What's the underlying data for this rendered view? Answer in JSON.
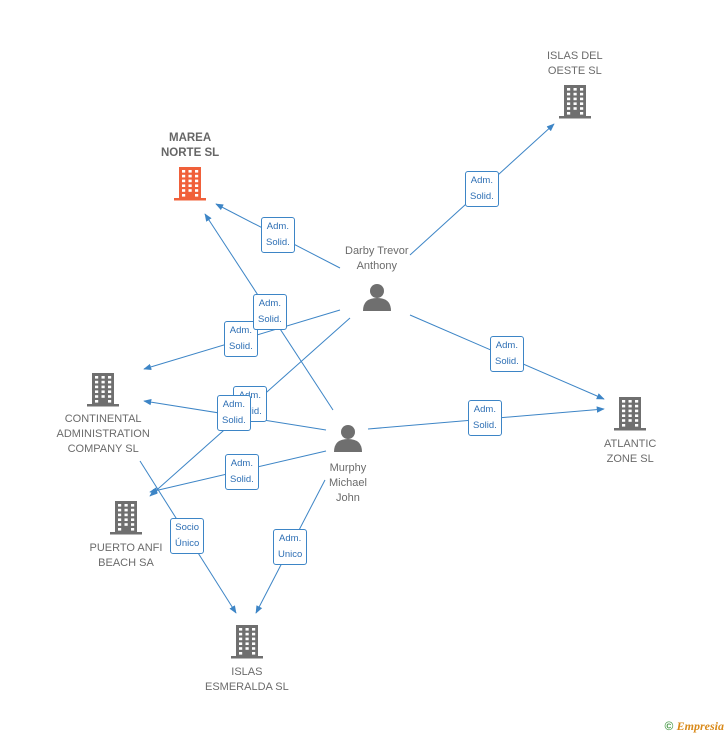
{
  "nodes": {
    "marea": {
      "lines": [
        "MAREA",
        "NORTE SL"
      ],
      "type": "company",
      "highlight": true
    },
    "islas_oeste": {
      "lines": [
        "ISLAS DEL",
        "OESTE SL"
      ],
      "type": "company"
    },
    "darby": {
      "lines": [
        "Darby Trevor",
        "Anthony"
      ],
      "type": "person"
    },
    "continental": {
      "lines": [
        "CONTINENTAL",
        "ADMINISTRATION",
        "COMPANY SL"
      ],
      "type": "company"
    },
    "atlantic": {
      "lines": [
        "ATLANTIC",
        "ZONE SL"
      ],
      "type": "company"
    },
    "murphy": {
      "lines": [
        "Murphy",
        "Michael",
        "John"
      ],
      "type": "person"
    },
    "puerto": {
      "lines": [
        "PUERTO ANFI",
        "BEACH SA"
      ],
      "type": "company"
    },
    "islas_esmeralda": {
      "lines": [
        "ISLAS",
        "ESMERALDA SL"
      ],
      "type": "company"
    }
  },
  "edges": [
    {
      "from": "darby",
      "to": "marea",
      "label": [
        "Adm.",
        "Solid."
      ]
    },
    {
      "from": "darby",
      "to": "islas_oeste",
      "label": [
        "Adm.",
        "Solid."
      ]
    },
    {
      "from": "darby",
      "to": "continental",
      "label": [
        "Adm.",
        "Solid."
      ]
    },
    {
      "from": "darby",
      "to": "atlantic",
      "label": [
        "Adm.",
        "Solid."
      ]
    },
    {
      "from": "darby",
      "to": "puerto",
      "label": [
        "Adm.",
        "Solid."
      ]
    },
    {
      "from": "murphy",
      "to": "marea",
      "label": [
        "Adm.",
        "Solid."
      ]
    },
    {
      "from": "murphy",
      "to": "continental",
      "label": [
        "Adm.",
        "Solid."
      ]
    },
    {
      "from": "murphy",
      "to": "atlantic",
      "label": [
        "Adm.",
        "Solid."
      ]
    },
    {
      "from": "murphy",
      "to": "puerto",
      "label": [
        "Adm.",
        "Solid."
      ]
    },
    {
      "from": "murphy",
      "to": "islas_esmeralda",
      "label": [
        "Adm.",
        "Unico"
      ]
    },
    {
      "from": "continental",
      "to": "islas_esmeralda",
      "label": [
        "Socio",
        "Único"
      ]
    }
  ],
  "colors": {
    "edge": "#3d85c6",
    "company": "#6f6f6f",
    "company_highlight": "#f0603a",
    "person": "#6f6f6f"
  },
  "footer": {
    "symbol": "©",
    "brand": "Empresia"
  }
}
